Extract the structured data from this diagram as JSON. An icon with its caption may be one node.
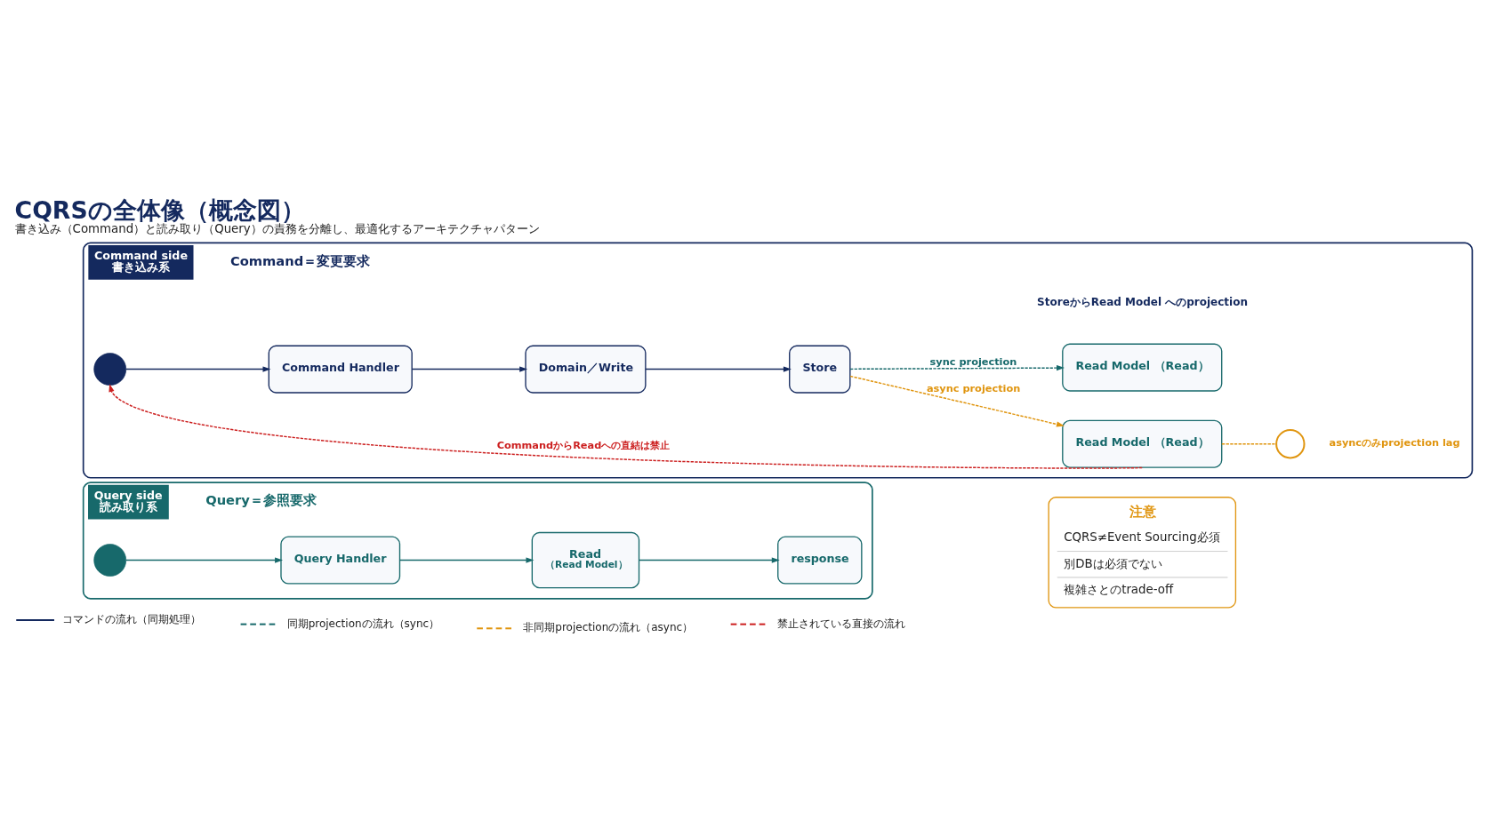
{
  "diagram": {
    "title": "CQRSの全体像（概念図）",
    "caption": "書き込み（Command）と読み取り（Query）の責務を分離し、最適化するアーキテクチャパターン",
    "nodes": [
      {
        "text": [
          "Command side",
          "書き込み系",
          "Command＝変更要求"
        ]
      },
      {
        "text": [],
        "shape": "person",
        "in": 0
      },
      {
        "text": [
          "Command Handler"
        ],
        "in": 0
      },
      {
        "text": [
          "Domain／Write"
        ],
        "in": 0
      },
      {
        "text": [
          "Store"
        ],
        "in": 0
      },
      {
        "text": [
          "Read Model （Read）"
        ],
        "in": 0
      },
      {
        "text": [
          "Read Model （Read）"
        ],
        "in": 0
      },
      {
        "text": [],
        "shape": "clock",
        "in": 0,
        "beside": [
          "asyncのみprojection lag"
        ]
      },
      {
        "text": [
          "Query side",
          "読み取り系",
          "Query＝参照要求"
        ]
      },
      {
        "text": [],
        "shape": "person",
        "in": 8
      },
      {
        "text": [
          "Query Handler"
        ],
        "in": 8
      },
      {
        "text": [
          "Read",
          "（Read Model）"
        ],
        "in": 8
      },
      {
        "text": [
          "response"
        ],
        "in": 8
      },
      {
        "text": [
          "注意",
          "CQRS≠Event Sourcing必須",
          "別DBは必須でない",
          "複雑さとのtrade-off"
        ]
      }
    ],
    "edges": [
      {
        "from": 1,
        "to": 2,
        "arrow": "to"
      },
      {
        "from": 2,
        "to": 3,
        "arrow": "to"
      },
      {
        "from": 3,
        "to": 4,
        "arrow": "to"
      },
      {
        "from": 4,
        "to": 5,
        "arrow": "to",
        "label": "sync projection",
        "style": "dashed",
        "color": "#17696b"
      },
      {
        "from": 4,
        "to": 6,
        "arrow": "to",
        "label": "async projection",
        "style": "dashed",
        "color": "#e0950f"
      },
      {
        "from": 6,
        "to": 7,
        "arrow": "none",
        "style": "dashed",
        "color": "#e0950f"
      },
      {
        "from": 6,
        "to": 1,
        "arrow": "to",
        "label": "CommandからReadへの直結は禁止",
        "style": "dashed",
        "color": "#cc1f1f"
      },
      {
        "from": 9,
        "to": 10,
        "arrow": "to",
        "color": "#17696b"
      },
      {
        "from": 10,
        "to": 11,
        "arrow": "to",
        "color": "#17696b"
      },
      {
        "from": 11,
        "to": 12,
        "arrow": "to",
        "color": "#17696b"
      }
    ],
    "labels": [
      "StoreからRead Model へのprojection"
    ],
    "legend": [
      {
        "text": "コマンドの流れ（同期処理）"
      },
      {
        "text": "同期projectionの流れ（sync）"
      },
      {
        "text": "非同期projectionの流れ（async）"
      },
      {
        "text": "禁止されている直接の流れ"
      }
    ]
  }
}
